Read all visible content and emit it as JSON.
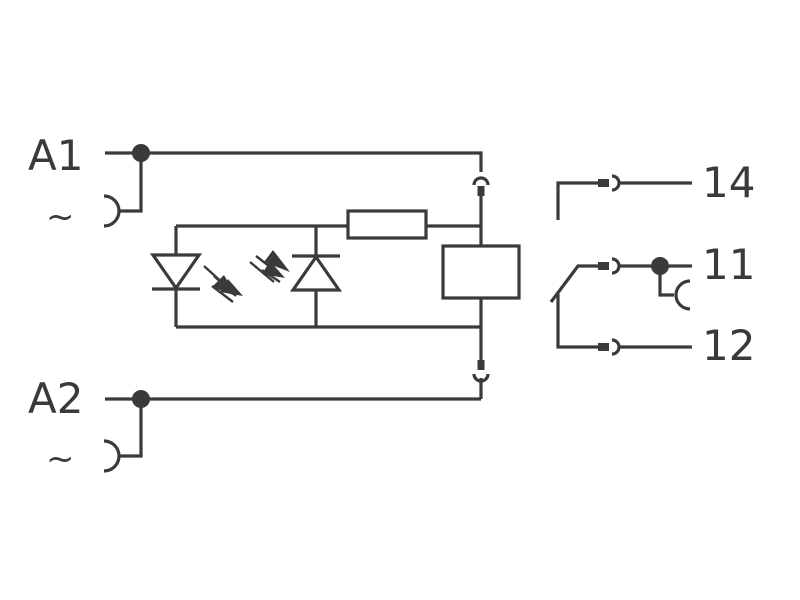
{
  "diagram": {
    "colors": {
      "line": "#3a3a3c",
      "background": "#ffffff"
    },
    "terminals": {
      "a1": "A1",
      "a1_symbol": "~",
      "a2": "A2",
      "a2_symbol": "~",
      "t14": "14",
      "t11": "11",
      "t12": "12"
    }
  }
}
